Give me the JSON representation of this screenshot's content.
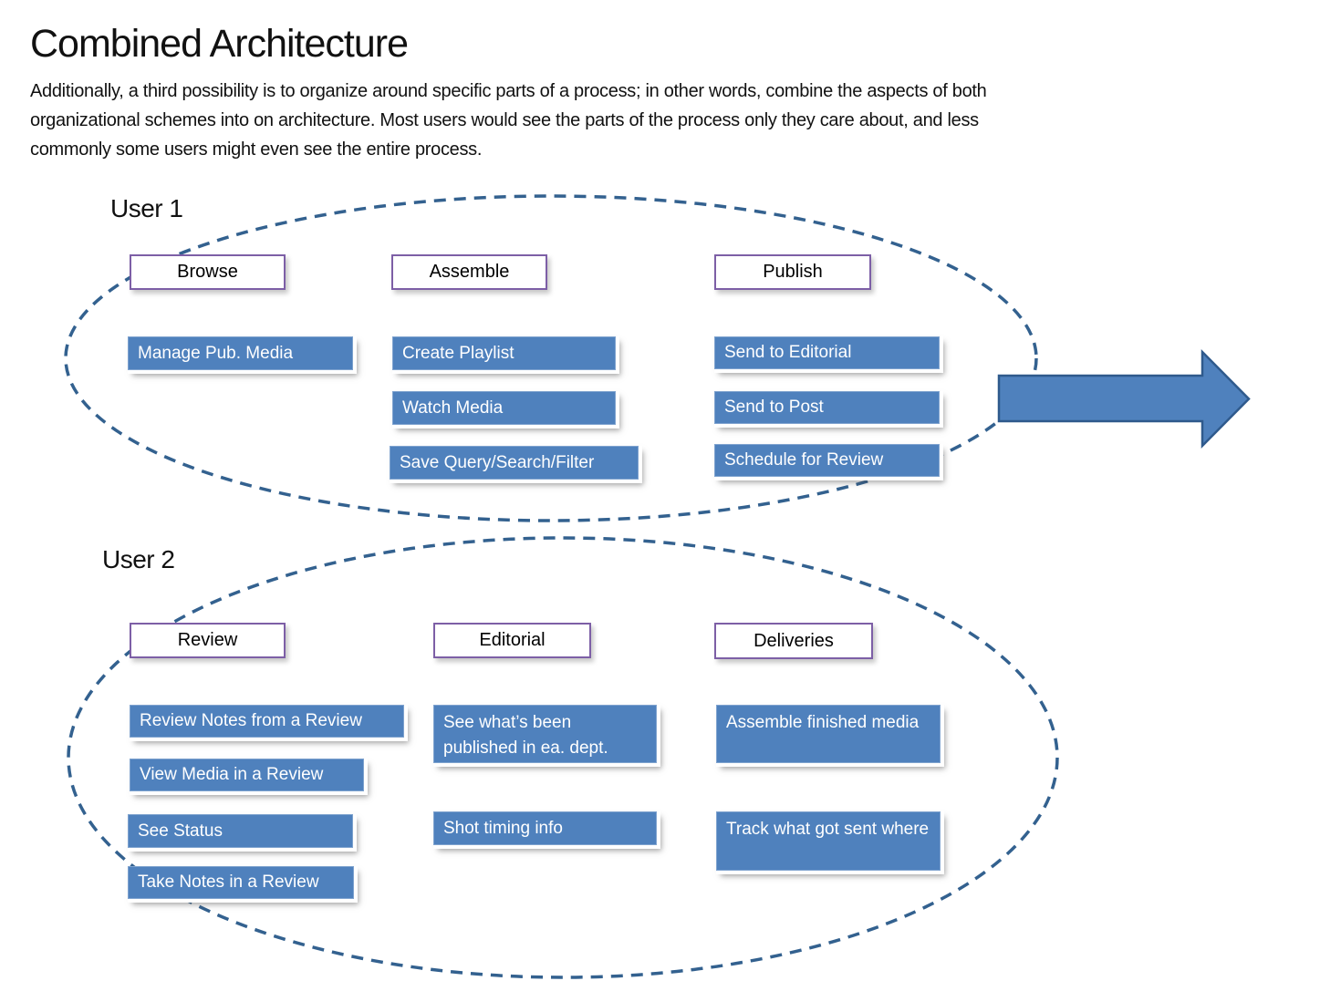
{
  "slide": {
    "title": "Combined Architecture",
    "paragraph_lines": [
      "Additionally, a third possibility is to organize around specific parts of a process; in other words, combine the aspects of both",
      "organizational schemes into on architecture. Most users would see the parts of the process only they care about, and less",
      "commonly some users might even see the entire process."
    ]
  },
  "users": [
    {
      "label": "User 1",
      "columns": [
        {
          "header": "Browse",
          "tasks": [
            "Manage Pub. Media"
          ]
        },
        {
          "header": "Assemble",
          "tasks": [
            "Create Playlist",
            "Watch Media",
            "Save Query/Search/Filter"
          ]
        },
        {
          "header": "Publish",
          "tasks": [
            "Send to Editorial",
            "Send to Post",
            "Schedule for Review"
          ]
        }
      ]
    },
    {
      "label": "User 2",
      "columns": [
        {
          "header": "Review",
          "tasks": [
            "Review Notes from a Review",
            "View Media in a Review",
            "See Status",
            "Take Notes in a Review"
          ]
        },
        {
          "header": "Editorial",
          "tasks": [
            "See what’s been published in ea. dept.",
            "Shot timing info"
          ]
        },
        {
          "header": "Deliveries",
          "tasks": [
            "Assemble finished media",
            "Track what got sent where"
          ]
        }
      ]
    }
  ],
  "colors": {
    "task_fill": "#4F81BD",
    "task_text": "#FFFFFF",
    "header_box_border": "#7D5FA6",
    "ellipse_stroke": "#33618F",
    "arrow_fill": "#4F81BD",
    "arrow_stroke": "#2F5A8C"
  }
}
